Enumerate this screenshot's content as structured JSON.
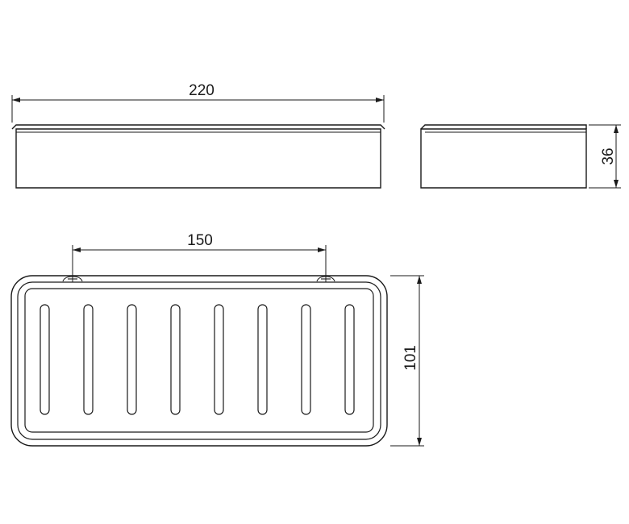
{
  "drawing": {
    "dimensions": {
      "width_front": "220",
      "height_side": "36",
      "hole_spacing": "150",
      "depth_top": "101"
    }
  }
}
